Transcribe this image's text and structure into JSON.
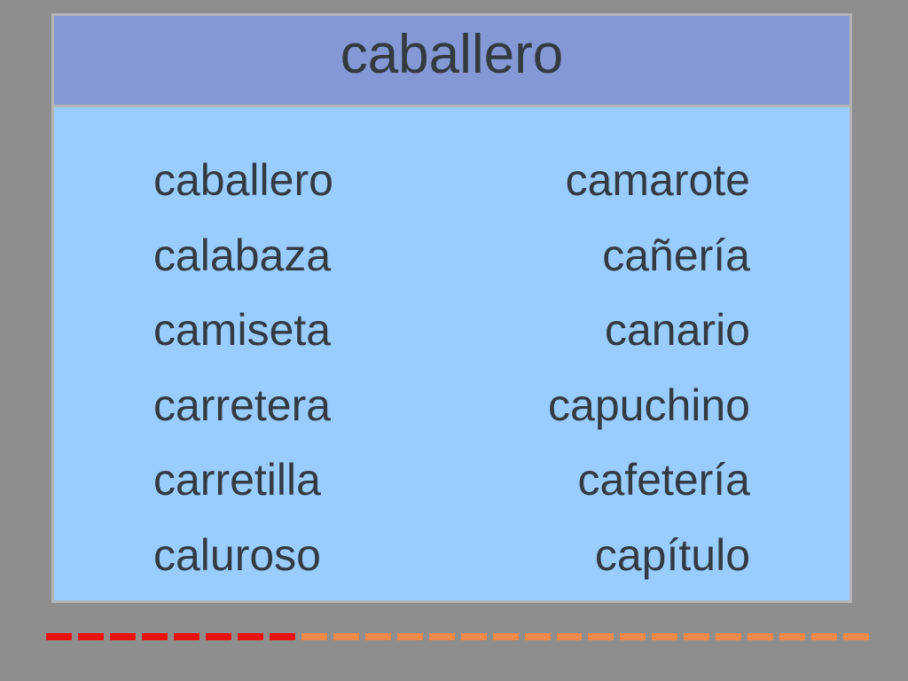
{
  "title": "caballero",
  "words_left": [
    "caballero",
    "calabaza",
    "camiseta",
    "carretera",
    "carretilla",
    "caluroso"
  ],
  "words_right": [
    "camarote",
    "cañería",
    "canario",
    "capuchino",
    "cafetería",
    "capítulo"
  ],
  "progress": {
    "segments_total": 26,
    "segments_completed": 8,
    "completed_color": "#e8120e",
    "remaining_color": "#f08a4b"
  },
  "colors": {
    "background": "#8e8e8e",
    "header": "#8398d4",
    "body": "#99ccff",
    "text": "#333a40",
    "border": "#b4b4b4"
  }
}
